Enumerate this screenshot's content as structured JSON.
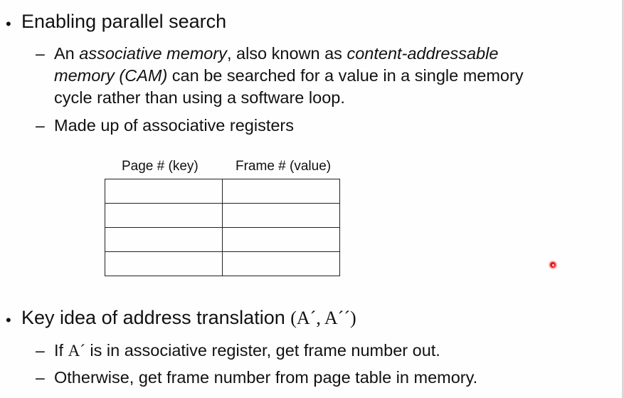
{
  "slide": {
    "bullet_glyph": "•",
    "dash_glyph": "–",
    "b1": {
      "text": "Enabling parallel search"
    },
    "b1_sub1": {
      "t1": "An ",
      "t2": "associative memory",
      "t3": ", also known as ",
      "t4": "content-addressable",
      "t5": "memory (CAM)",
      "t6": " can be searched for a value in a single memory",
      "t7": "cycle rather than using a software loop."
    },
    "b1_sub2": {
      "text": "Made up of associative registers"
    },
    "table": {
      "header_key": "Page # (key)",
      "header_value": "Frame # (value)",
      "rows": 4
    },
    "b2": {
      "text": "Key idea of address translation ",
      "formula": "(A´, A´´)"
    },
    "b2_sub1": {
      "t1": "If ",
      "var": "A´",
      "t2": " is in associative register, get frame number out."
    },
    "b2_sub2": {
      "text": "Otherwise, get frame number from page table in memory."
    },
    "pointer_color": "#e41b1b"
  }
}
